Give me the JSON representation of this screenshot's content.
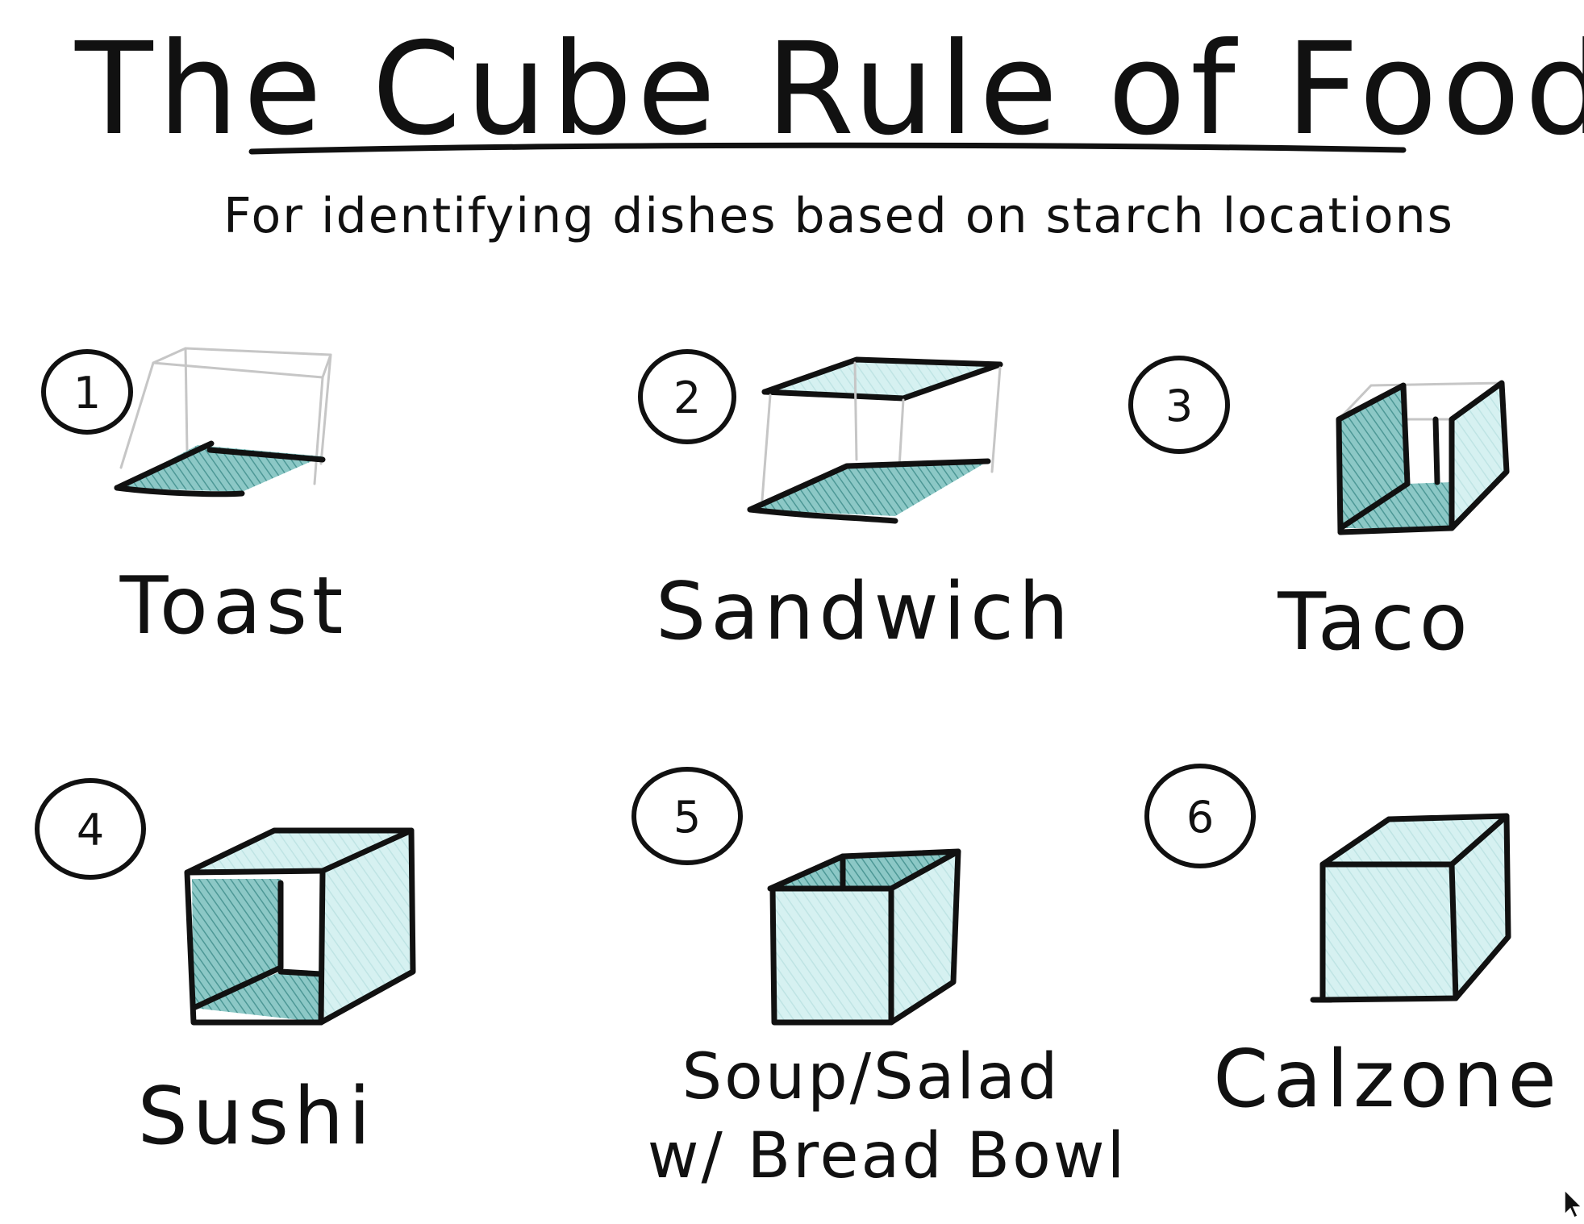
{
  "title": "The Cube Rule of Food",
  "subtitle": "For identifying dishes based on starch locations",
  "colors": {
    "ink": "#111111",
    "starch_light": "#cfeeee",
    "starch_dark": "#5aa3a0",
    "ghost_edge": "#c6c6c6"
  },
  "items": [
    {
      "number": "1",
      "label": "Toast"
    },
    {
      "number": "2",
      "label": "Sandwich"
    },
    {
      "number": "3",
      "label": "Taco"
    },
    {
      "number": "4",
      "label": "Sushi"
    },
    {
      "number": "5",
      "label_line1": "Soup/Salad",
      "label_line2": "w/ Bread Bowl"
    },
    {
      "number": "6",
      "label": "Calzone"
    }
  ],
  "cursor_icon": "mouse-pointer-icon"
}
